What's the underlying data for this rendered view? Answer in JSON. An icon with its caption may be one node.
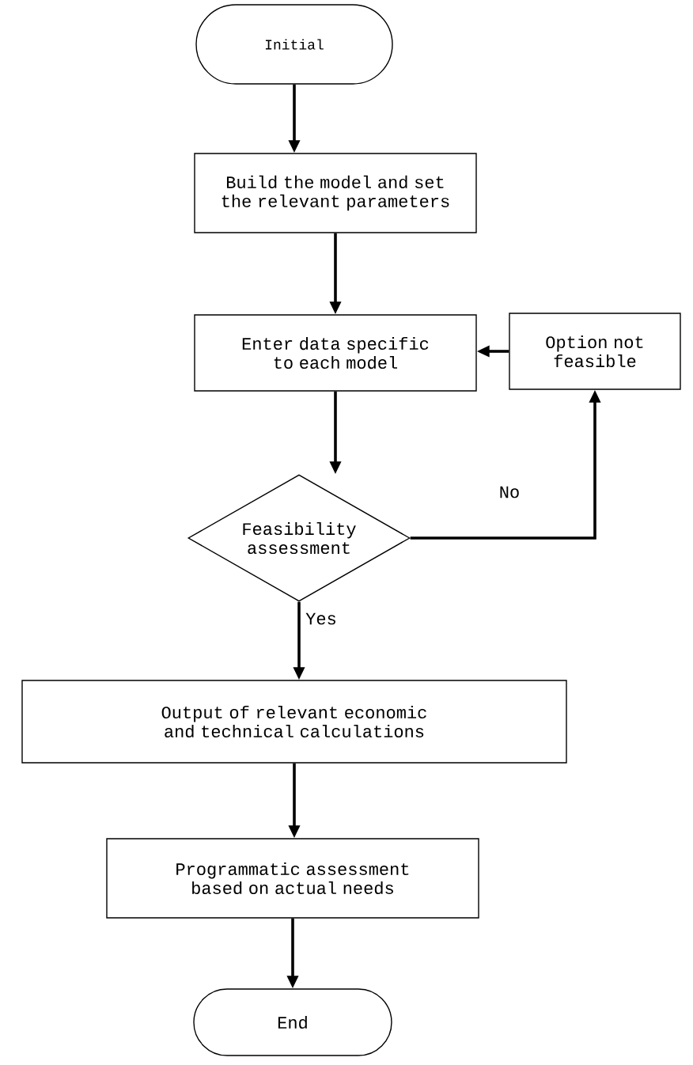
{
  "diagram": {
    "nodes": [
      {
        "text": [
          "Initial"
        ]
      },
      {
        "text": [
          "Build the model and set the relevant parameters"
        ]
      },
      {
        "text": [
          "Enter data specific to each model"
        ]
      },
      {
        "text": [
          "Option not feasible"
        ]
      },
      {
        "text": [
          "Feasibility assessment"
        ]
      },
      {
        "text": [
          "Output of relevant economic and technical calculations"
        ]
      },
      {
        "text": [
          "Programmatic assessment based on actual needs"
        ]
      },
      {
        "text": [
          "End"
        ]
      }
    ],
    "edges": [
      {
        "from": 0,
        "to": 1,
        "arrow": "to"
      },
      {
        "from": 1,
        "to": 2,
        "arrow": "to"
      },
      {
        "from": 2,
        "to": 4,
        "arrow": "to"
      },
      {
        "from": 4,
        "to": 3,
        "arrow": "to",
        "label": "No"
      },
      {
        "from": 3,
        "to": 2,
        "arrow": "to"
      },
      {
        "from": 4,
        "to": 5,
        "arrow": "to",
        "label": "Yes"
      },
      {
        "from": 5,
        "to": 6,
        "arrow": "to"
      },
      {
        "from": 6,
        "to": 7,
        "arrow": "to"
      }
    ]
  }
}
